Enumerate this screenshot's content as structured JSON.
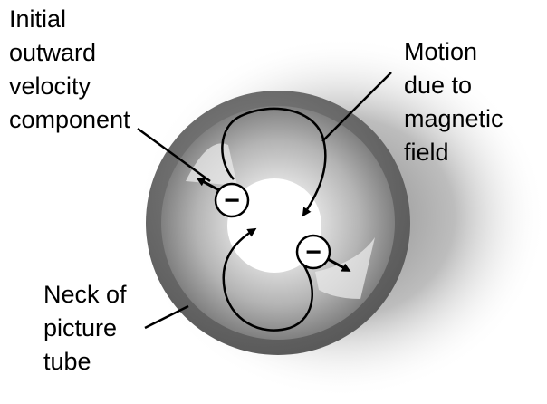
{
  "labels": {
    "initial_velocity": [
      "Initial",
      "outward",
      "velocity",
      "component"
    ],
    "magnetic_motion": [
      "Motion",
      "due to",
      "magnetic",
      "field"
    ],
    "neck": [
      "Neck of",
      "picture",
      "tube"
    ]
  },
  "electron_symbol": "−",
  "colors": {
    "tube_ring": "#6e6e6e",
    "inner_dark": "#7f7f7f",
    "inner_light": "#dadada",
    "beam_center": "#ffffff",
    "ink": "#000000"
  }
}
